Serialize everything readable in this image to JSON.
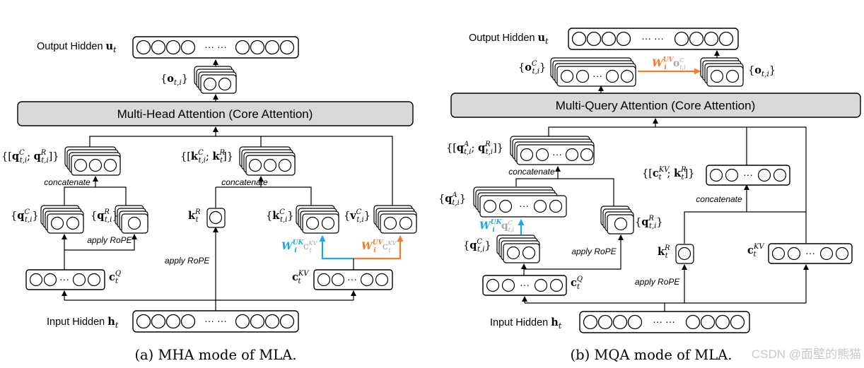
{
  "panel_a": {
    "caption": "(a) MHA mode of MLA.",
    "attention": "Multi-Head Attention (Core Attention)",
    "output_label": "Output Hidden ",
    "output_sym": "u",
    "output_sub": "t",
    "input_label": "Input Hidden ",
    "input_sym": "h",
    "input_sub": "t",
    "concat_left": "concatenate",
    "concat_mid": "concatenate",
    "rope_left": "apply RoPE",
    "rope_mid": "apply RoPE",
    "dots": "··· ···",
    "dot1": "···"
  },
  "panel_b": {
    "caption": "(b) MQA mode of MLA.",
    "attention": "Multi-Query Attention (Core Attention)",
    "output_label": "Output Hidden ",
    "output_sym": "u",
    "output_sub": "t",
    "input_label": "Input Hidden ",
    "input_sym": "h",
    "input_sub": "t",
    "concat_top": "concatenate",
    "concat_right": "concatenate",
    "rope_left": "apply RoPE",
    "rope_mid": "apply RoPE",
    "dots": "··· ···",
    "dot1": "···"
  },
  "watermark": "CSDN @面壁的熊猫",
  "colors": {
    "blue": "#1ea7e1",
    "orange": "#f57c2c",
    "attention_fill": "#d9d9d9",
    "grey_text": "#a8a8a8"
  }
}
